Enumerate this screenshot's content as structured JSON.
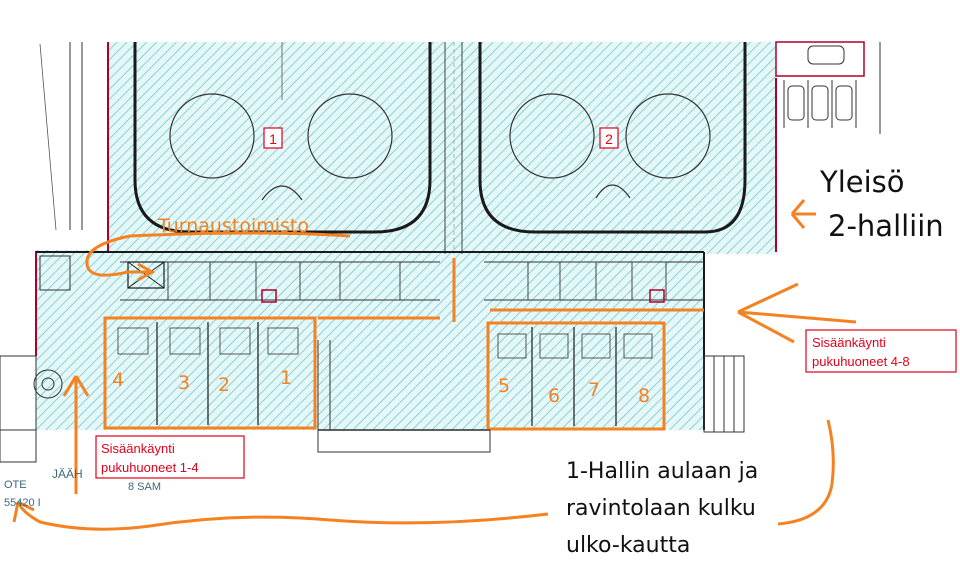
{
  "floor_plan": {
    "hall_numbers": [
      "1",
      "2"
    ],
    "office_label": "Turnaustoimisto",
    "audience_label_line1": "Yleisö",
    "audience_label_line2": "2-halliin",
    "entrance_4_8": {
      "line1": "Sisäänkäynti",
      "line2": "pukuhuoneet 4-8"
    },
    "entrance_1_4": {
      "line1": "Sisäänkäynti",
      "line2": "pukuhuoneet 1-4"
    },
    "outdoor_route": {
      "line1": "1-Hallin aulaan ja",
      "line2": "ravintolaan kulku",
      "line3": "ulko-kautta"
    },
    "locker_rooms_left": [
      "4",
      "3",
      "2",
      "1"
    ],
    "locker_rooms_right": [
      "5",
      "6",
      "7",
      "8"
    ],
    "faint_side_text": [
      "JÄÄH",
      "OTE",
      "55420 I",
      "8 SAM"
    ],
    "colors": {
      "accent": "#f58220",
      "label_red": "#e0001b",
      "hatch": "#7fd6dc",
      "wall": "#1a1a1a",
      "wall_red": "#b0002a"
    }
  }
}
